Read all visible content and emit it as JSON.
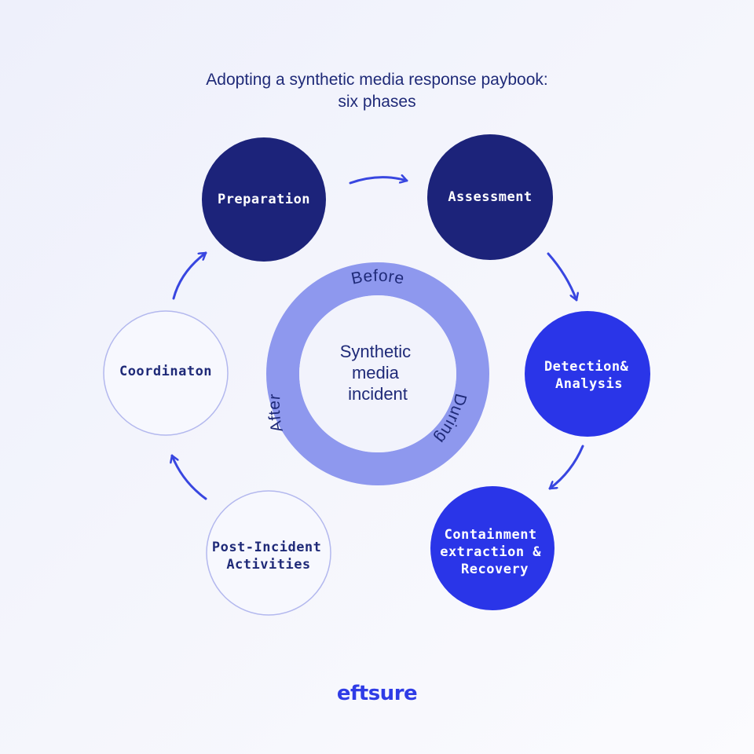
{
  "title": {
    "line1": "Adopting a synthetic media response paybook:",
    "line2": "six phases"
  },
  "phases": [
    {
      "id": "preparation",
      "lines": [
        "Preparation"
      ],
      "style": "dark"
    },
    {
      "id": "assessment",
      "lines": [
        "Assessment"
      ],
      "style": "dark"
    },
    {
      "id": "detection-analysis",
      "lines": [
        "Detection&",
        "Analysis"
      ],
      "style": "bright"
    },
    {
      "id": "containment",
      "lines": [
        "Containment",
        "extraction &",
        "Recovery"
      ],
      "style": "bright"
    },
    {
      "id": "post-incident",
      "lines": [
        "Post-Incident",
        "Activities"
      ],
      "style": "outline"
    },
    {
      "id": "coordination",
      "lines": [
        "Coordinaton"
      ],
      "style": "outline"
    }
  ],
  "center": {
    "lines": [
      "Synthetic",
      "media",
      "incident"
    ],
    "ring_labels": {
      "before": "Before",
      "during": "During",
      "after": "After"
    }
  },
  "colors": {
    "dark": "#1c237a",
    "bright": "#2a35e8",
    "outline_stroke": "#b3b8ee",
    "outline_fill": "#f7f8fe",
    "ring": "#8e98ee",
    "arrow": "#3846e0",
    "text_light": "#ffffff",
    "text_dark": "#1f2a78",
    "brand": "#2f3ce6"
  },
  "brand": {
    "name": "eftsure"
  }
}
